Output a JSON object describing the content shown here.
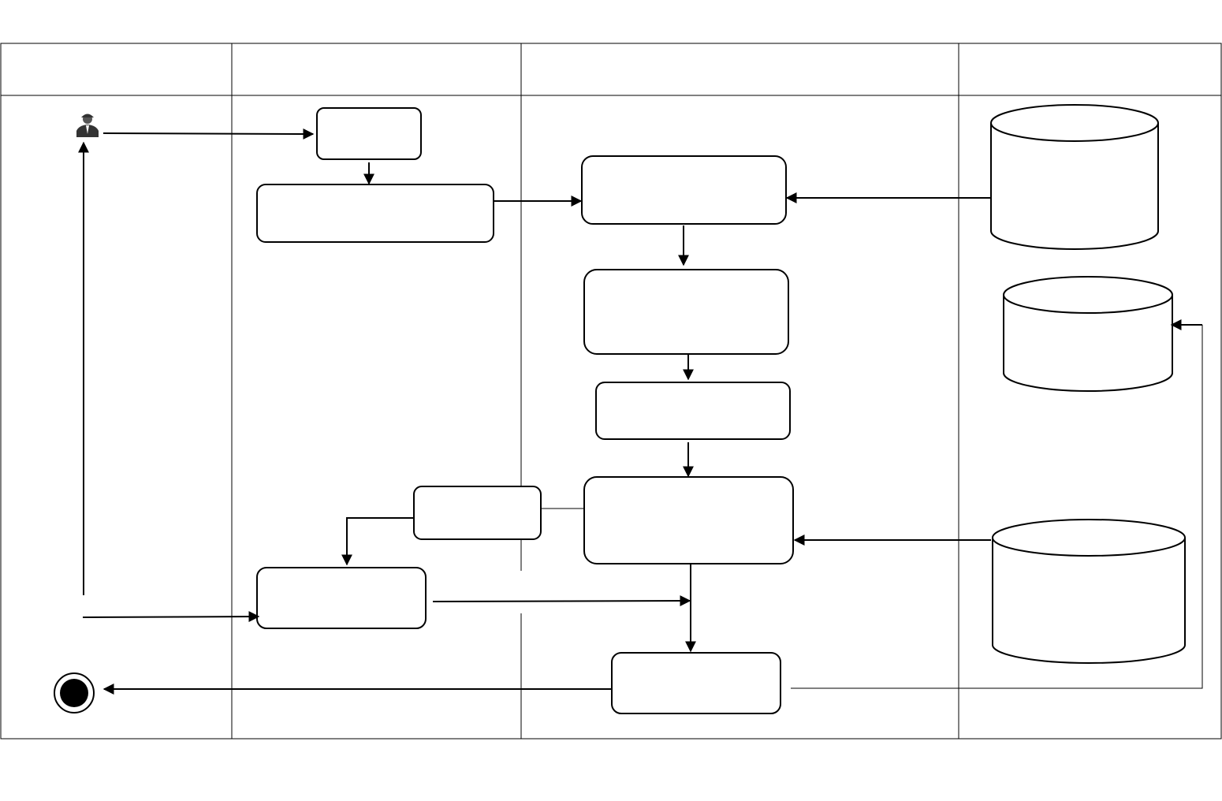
{
  "diagram": {
    "type": "swimlane-activity-diagram",
    "lanes": [
      {
        "id": "lane-1",
        "title": ""
      },
      {
        "id": "lane-2",
        "title": ""
      },
      {
        "id": "lane-3",
        "title": ""
      },
      {
        "id": "lane-4",
        "title": ""
      }
    ],
    "actor": {
      "icon": "user-icon"
    },
    "end_node": {
      "icon": "final-node"
    },
    "activities": [
      {
        "id": "act-1",
        "label": ""
      },
      {
        "id": "act-2",
        "label": ""
      },
      {
        "id": "act-3",
        "label": ""
      },
      {
        "id": "act-4",
        "label": ""
      },
      {
        "id": "act-5",
        "label": ""
      },
      {
        "id": "act-6",
        "label": ""
      },
      {
        "id": "act-7",
        "label": ""
      },
      {
        "id": "act-8",
        "label": ""
      },
      {
        "id": "act-9",
        "label": ""
      }
    ],
    "datastores": [
      {
        "id": "db-1",
        "label": ""
      },
      {
        "id": "db-2",
        "label": ""
      },
      {
        "id": "db-3",
        "label": ""
      }
    ],
    "colors": {
      "stroke": "#000000",
      "background": "#ffffff"
    }
  }
}
